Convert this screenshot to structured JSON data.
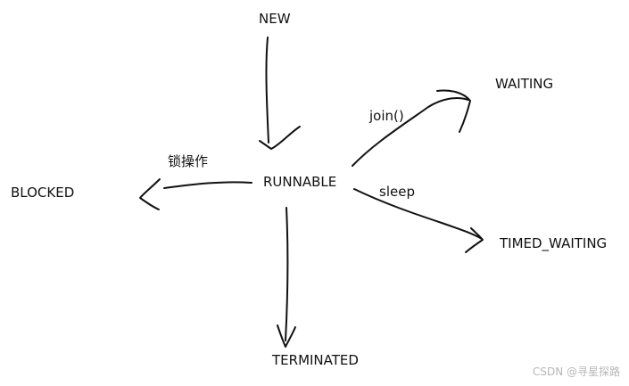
{
  "states": {
    "new": "NEW",
    "runnable": "RUNNABLE",
    "waiting": "WAITING",
    "timed_waiting": "TIMED_WAITING",
    "blocked": "BLOCKED",
    "terminated": "TERMINATED"
  },
  "transitions": {
    "to_waiting": "join()",
    "to_timed_waiting": "sleep",
    "to_blocked": "锁操作"
  },
  "watermark": "CSDN @寻星探路"
}
